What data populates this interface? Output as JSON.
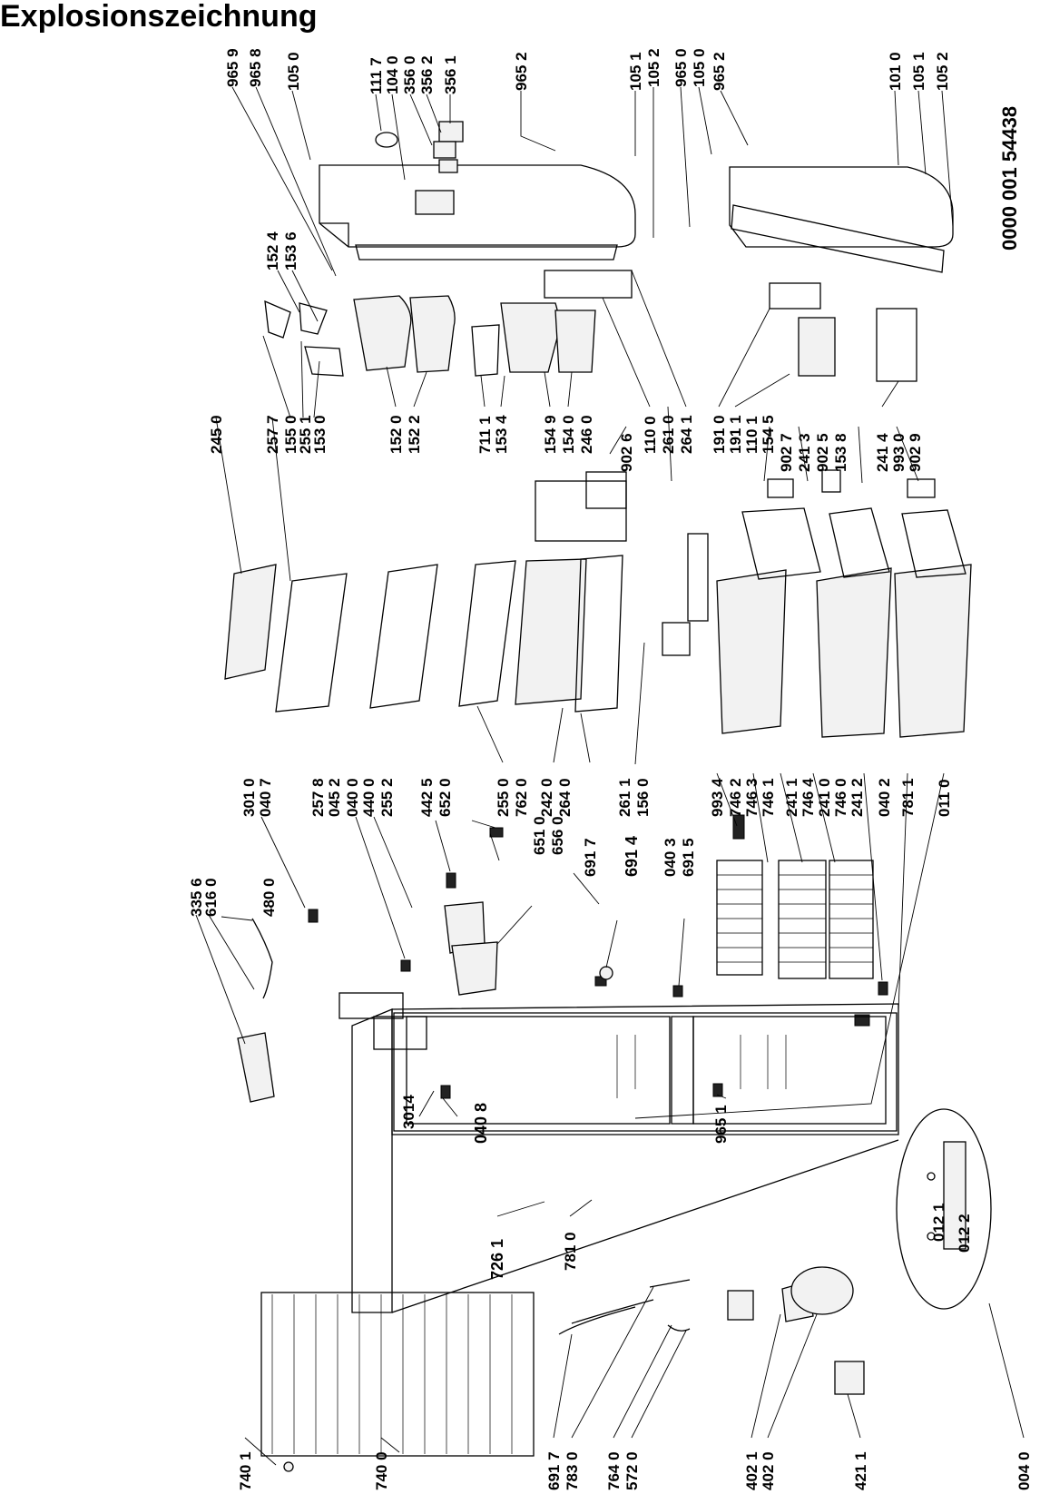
{
  "title": "Explosionszeichnung",
  "document_number": "0000 001 54438",
  "labels": {
    "c1": "965 9",
    "c2": "965 8",
    "c3": "105 0",
    "c4": "111 7",
    "c5": "104 0",
    "c6": "356 0",
    "c7": "356 2",
    "c8": "356 1",
    "c9": "965 2",
    "c10": "105 1",
    "c11": "105 2",
    "c12": "965 0",
    "c13": "105 0",
    "c14": "965 2",
    "c15": "101 0",
    "c16": "105 1",
    "c17": "105 2",
    "d1": "152 4",
    "d2": "153 6",
    "e1": "245 0",
    "e2": "257 7",
    "e3": "155 0",
    "e4": "255 1",
    "e5": "153 0",
    "e6": "152 0",
    "e7": "152 2",
    "e8": "711 1",
    "e9": "153 4",
    "e10": "154 9",
    "e11": "154 0",
    "e12": "246 0",
    "e13": "902 6",
    "e14": "110 0",
    "e15": "261 0",
    "e16": "264 1",
    "e17": "191 0",
    "e18": "191 1",
    "e19": "110 1",
    "e20": "154 5",
    "e21": "902 7",
    "e22": "241 3",
    "e23": "902 5",
    "e24": "153 8",
    "e25": "241 4",
    "e26": "993 0",
    "e27": "902 9",
    "f1": "480 0",
    "f2": "335 6",
    "f3": "616 0",
    "f4": "301 0",
    "f5": "040 7",
    "f6": "257 8",
    "f7": "045 2",
    "f8": "040 0",
    "f9": "440 0",
    "f10": "255 2",
    "f11": "442 5",
    "f12": "652 0",
    "f13": "255 0",
    "f14": "762 0",
    "f15": "242 0",
    "f16": "264 0",
    "f17": "261 1",
    "f18": "156 0",
    "f19": "993 4",
    "f20": "746 2",
    "f21": "746 3",
    "f22": "746 1",
    "f23": "241 1",
    "f24": "746 4",
    "f25": "241 0",
    "f26": "746 0",
    "f27": "241 2",
    "f28": "040 2",
    "f29": "781 1",
    "f30": "011 0",
    "g1": "651 0",
    "g2": "656 0",
    "g3": "691 7",
    "g4": "691 4",
    "g5": "040 3",
    "g6": "691 5",
    "h1": "3014",
    "h2": "040 8",
    "h3": "965 1",
    "i1": "726 1",
    "i2": "781 0",
    "i3": "012 1",
    "i4": "012 2",
    "j1": "740 1",
    "j2": "740 0",
    "j3": "691 7",
    "j4": "783 0",
    "j5": "764 0",
    "j6": "572 0",
    "j7": "402 1",
    "j8": "402 0",
    "j9": "421 1",
    "j10": "004 0"
  }
}
